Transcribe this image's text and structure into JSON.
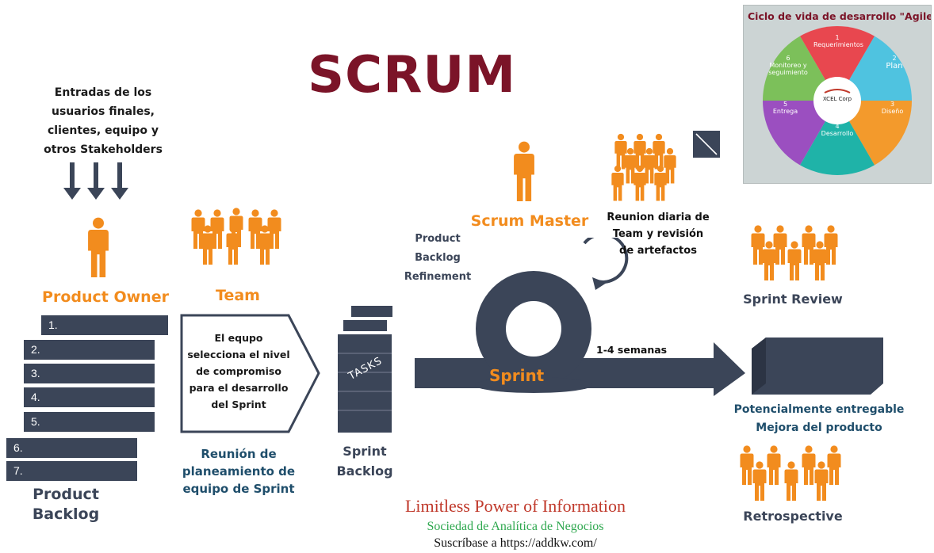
{
  "title": "SCRUM",
  "inputs_text": [
    "Entradas de los",
    "usuarios finales,",
    "clientes, equipo y",
    "otros Stakeholders"
  ],
  "product_owner_label": "Product Owner",
  "team_label": "Team",
  "backlog_items": [
    "1.",
    "2.",
    "3.",
    "4.",
    "5.",
    "6.",
    "7."
  ],
  "product_backlog_label": [
    "Product",
    "Backlog"
  ],
  "commitment_text": [
    "El equpo",
    "selecciona el nivel",
    "de compromiso",
    "para el desarrollo",
    "del Sprint"
  ],
  "planning_meeting_label": [
    "Reunión de",
    "planeamiento de",
    "equipo de Sprint"
  ],
  "tasks_label": "TASKS",
  "sprint_backlog_label": [
    "Sprint",
    "Backlog"
  ],
  "refinement_label": [
    "Product",
    "Backlog",
    "Refinement"
  ],
  "scrum_master_label": "Scrum Master",
  "sprint_label": "Sprint",
  "duration_label": "1-4 semanas",
  "daily_meeting_label": [
    "Reunion diaria de",
    "Team y revisión",
    "de artefactos"
  ],
  "sprint_review_label": "Sprint Review",
  "increment_label": [
    "Potencialmente entregable",
    "Mejora del producto"
  ],
  "retrospective_label": "Retrospective",
  "footer": {
    "line1": "Limitless Power of Information",
    "line2": "Sociedad de Analítica de Negocios",
    "line3": "Suscríbase a https://addkw.com/"
  },
  "agile_inset": {
    "title": "Ciclo de vida de desarrollo \"Agile",
    "center_label": "XCEL Corp",
    "segments": [
      {
        "num": "1",
        "label": "Requerimientos",
        "color": "#e8474f"
      },
      {
        "num": "2",
        "label": "Plan",
        "color": "#4fc3e0"
      },
      {
        "num": "3",
        "label": "Diseño",
        "color": "#f39a2c"
      },
      {
        "num": "4",
        "label": "Desarrollo",
        "color": "#1fb3a8"
      },
      {
        "num": "5",
        "label": "Entrega",
        "color": "#9b4fc0"
      },
      {
        "num": "6",
        "label": "Monitoreo y seguimiento",
        "color": "#7cc05a"
      }
    ]
  },
  "colors": {
    "accent_orange": "#f28c1e",
    "navy": "#3b4558",
    "title_red": "#7b1428",
    "footer_red": "#c0392b",
    "footer_green": "#2fa84f"
  }
}
